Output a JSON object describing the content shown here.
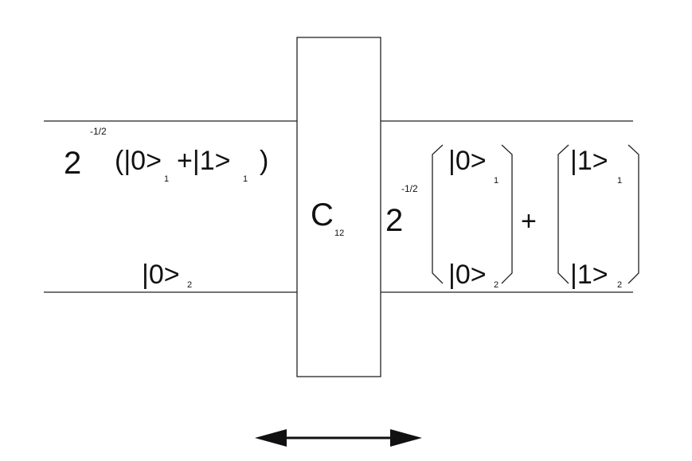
{
  "gate": {
    "symbol": "C",
    "index": "12"
  },
  "input": {
    "prefactor_base": "2",
    "prefactor_exp": "-1/2",
    "qubit1_open": "(|0>",
    "qubit1_sub_a": "1",
    "qubit1_plus": "+|1>",
    "qubit1_sub_b": "1",
    "qubit1_close": ")",
    "qubit2_ket": "|0>",
    "qubit2_sub": "2"
  },
  "output": {
    "prefactor_base": "2",
    "prefactor_exp": "-1/2",
    "col1_top": "|0>",
    "col1_top_sub": "1",
    "col1_bottom": "|0>",
    "col1_bottom_sub": "2",
    "plus": "+",
    "col2_top": "|1>",
    "col2_top_sub": "1",
    "col2_bottom": "|1>",
    "col2_bottom_sub": "2"
  },
  "colors": {
    "ink": "#111111",
    "line": "#222222",
    "background": "#ffffff"
  }
}
